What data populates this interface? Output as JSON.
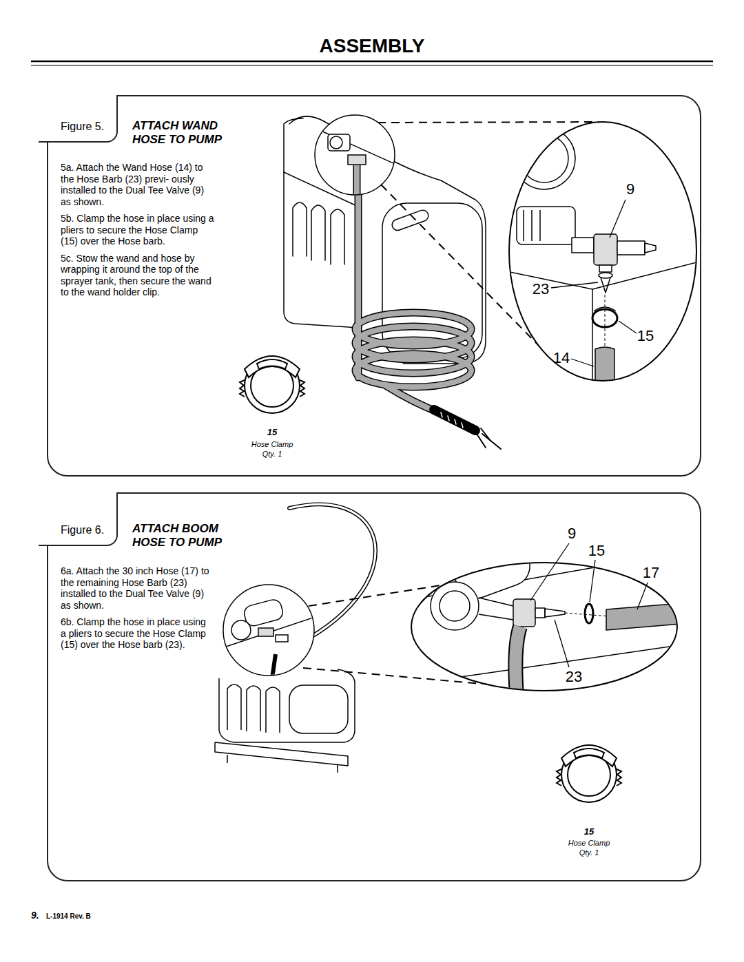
{
  "diagram": {
    "title": "ASSEMBLY",
    "nodes": [
      {
        "text": [
          "ATTACH WAND HOSE TO PUMP",
          "5a. Attach the Wand Hose (14) to the Hose Barb (23) previ- ously installed to the Dual Tee Valve (9) as shown.",
          "5b. Clamp the hose in place using a pliers to secure the Hose Clamp (15) over the Hose barb.",
          "5c. Stow the wand and hose by wrapping it around the top of the sprayer tank, then secure the wand to the wand holder clip."
        ]
      },
      {
        "text": [
          "Figure 5."
        ],
        "in": 0
      },
      {
        "text": [
          "ATTACH BOOM HOSE TO PUMP",
          "6a. Attach the 30 inch Hose (17) to the remaining Hose Barb (23) installed to the Dual Tee Valve (9) as shown.",
          "6b. Clamp the hose in place using a pliers to secure the Hose Clamp (15) over the Hose barb (23)."
        ]
      },
      {
        "text": [
          "Figure 6."
        ],
        "in": 2
      }
    ],
    "labels": [
      "9",
      "23",
      "15",
      "14",
      "15",
      "Hose Clamp",
      "Qty. 1",
      "9",
      "15",
      "17",
      "23",
      "15",
      "Hose Clamp",
      "Qty. 1",
      "9.",
      "L-1914 Rev. B"
    ]
  }
}
